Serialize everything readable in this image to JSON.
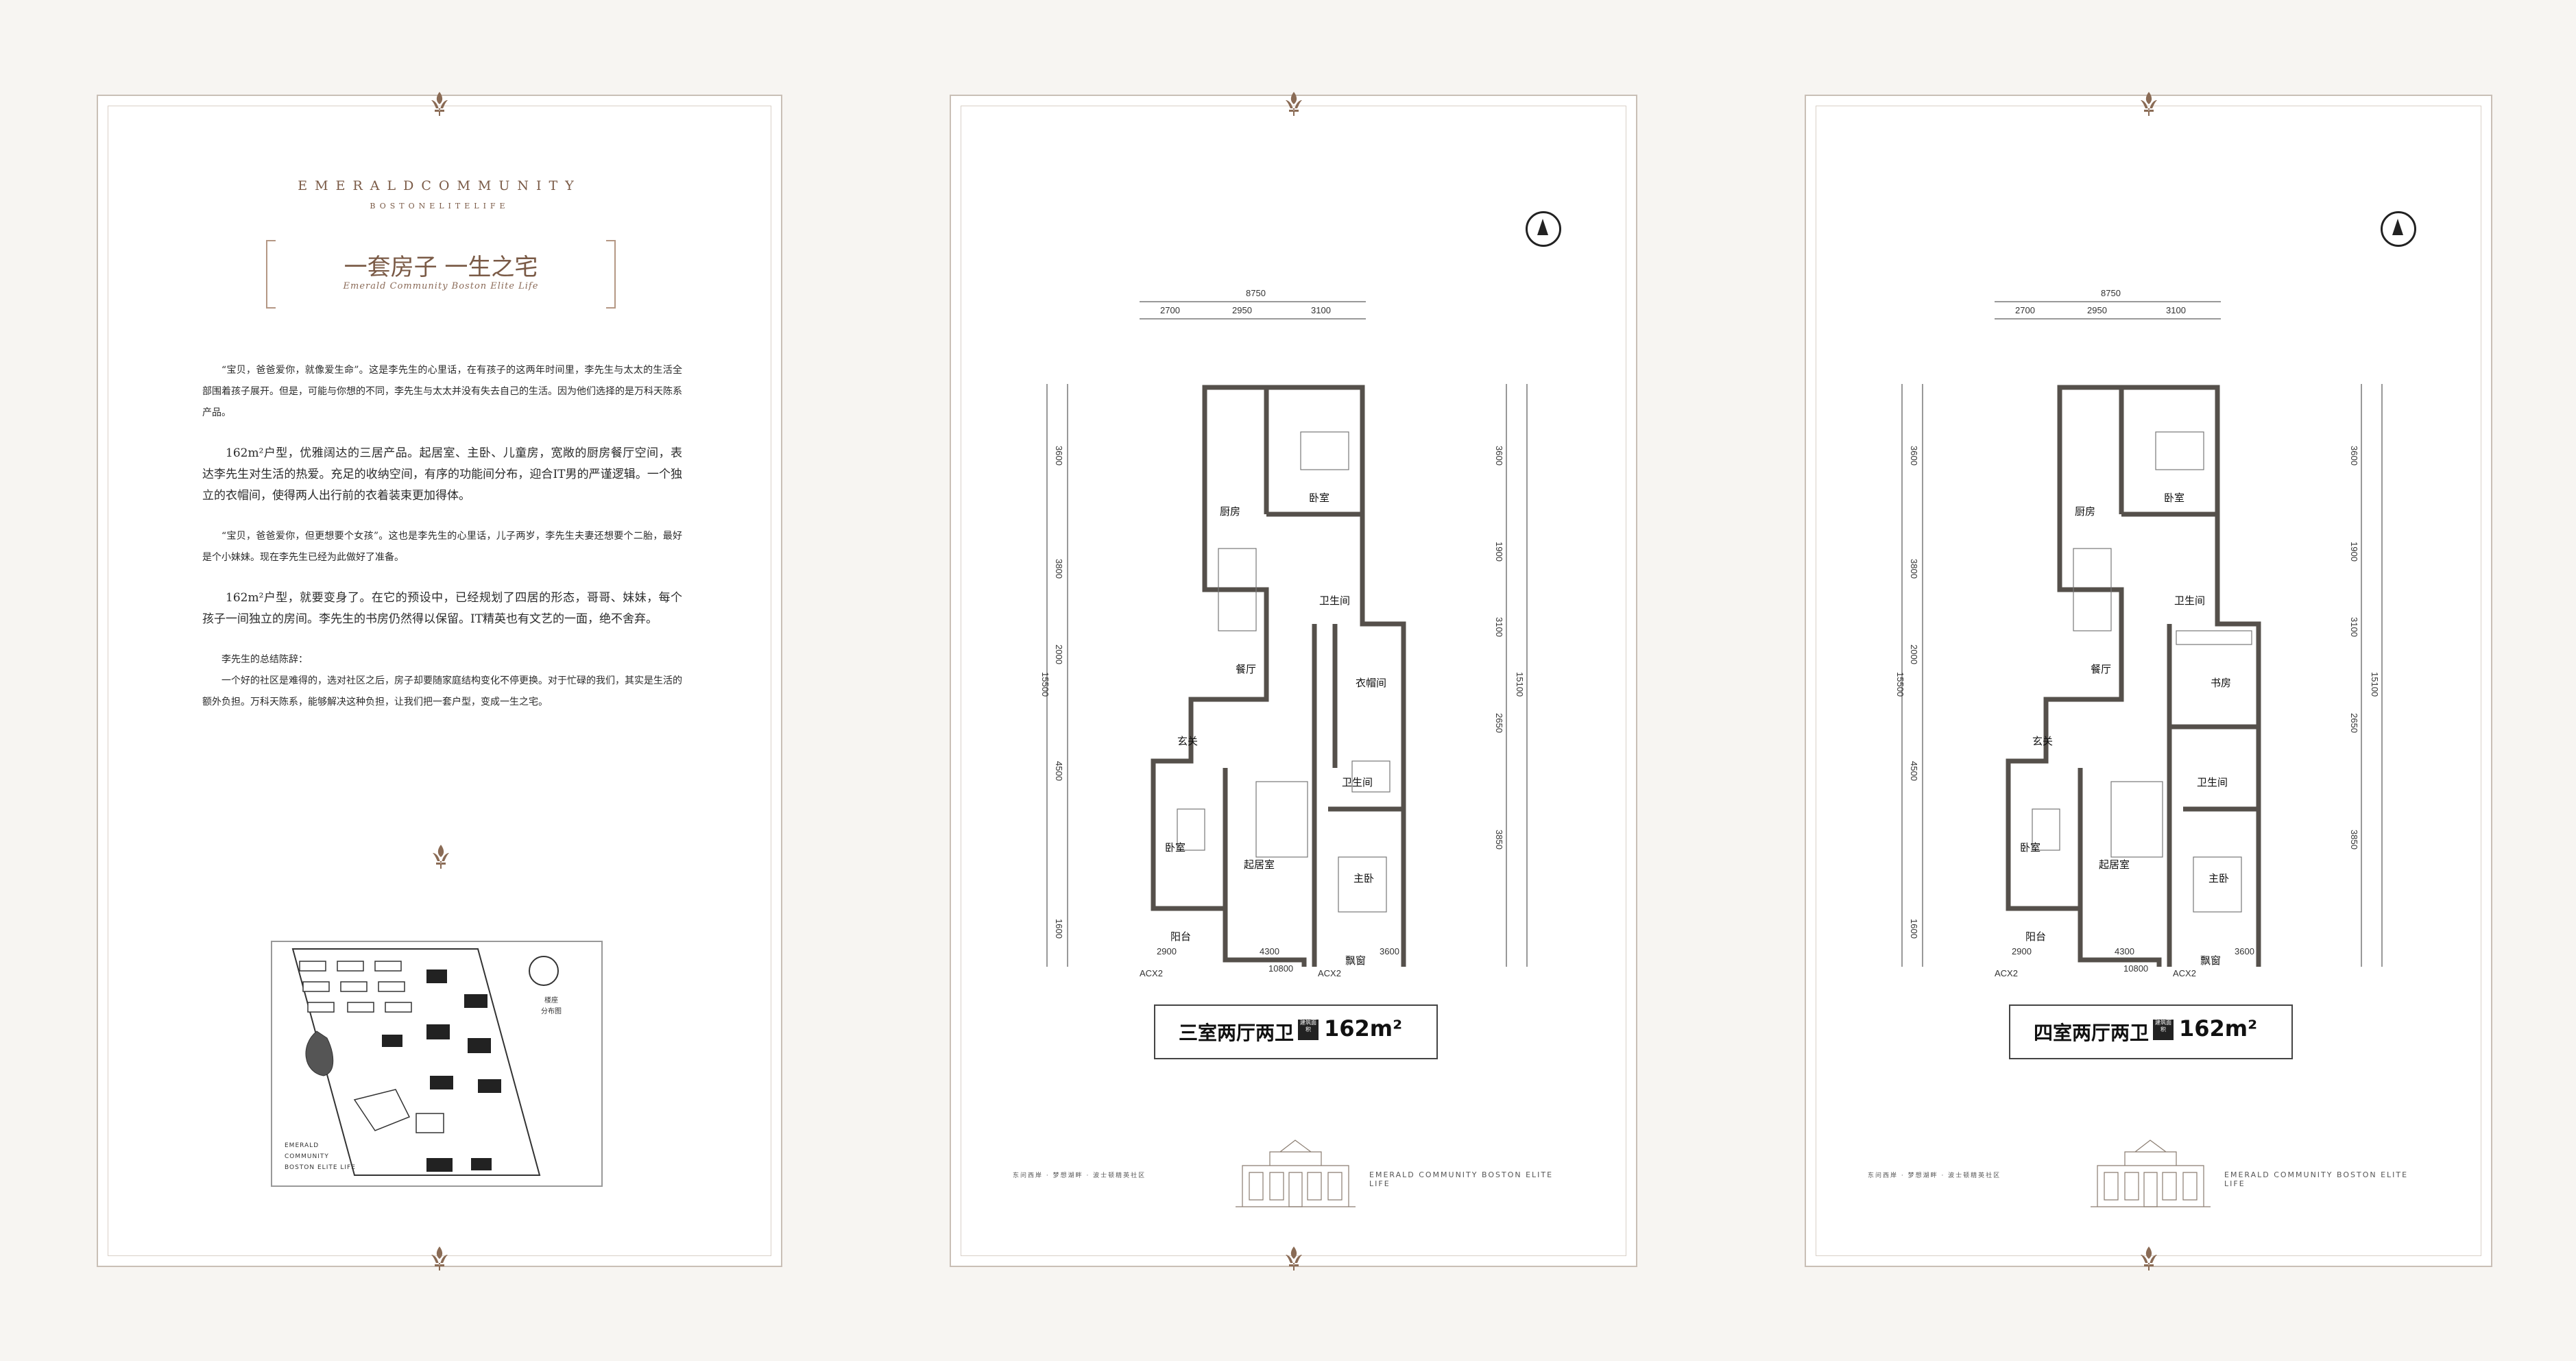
{
  "intro": {
    "brand_line1": "EMERALDCOMMUNITY",
    "brand_line2": "BOSTONELITELIFE",
    "title": "一套房子 一生之宅",
    "subtitle": "Emerald Community Boston Elite Life",
    "paragraphs": [
      "“宝贝，爸爸爱你，就像爱生命”。这是李先生的心里话，在有孩子的这两年时间里，李先生与太太的生活全部围着孩子展开。但是，可能与你想的不同，李先生与太太并没有失去自己的生活。因为他们选择的是万科天陈系产品。",
      "162m²户型，优雅阔达的三居产品。起居室、主卧、儿童房，宽敞的厨房餐厅空间，表达李先生对生活的热爱。充足的收纳空间，有序的功能间分布，迎合IT男的严谨逻辑。一个独立的衣帽间，使得两人出行前的衣着装束更加得体。",
      "“宝贝，爸爸爱你，但更想要个女孩”。这也是李先生的心里话，儿子两岁，李先生夫妻还想要个二胎，最好是个小妹妹。现在李先生已经为此做好了准备。",
      "162m²户型，就要变身了。在它的预设中，已经规划了四居的形态，哥哥、妹妹，每个孩子一间独立的房间。李先生的书房仍然得以保留。IT精英也有文艺的一面，绝不舍弃。"
    ],
    "summary_heading": "李先生的总结陈辞：",
    "summary": "一个好的社区是难得的，选对社区之后，房子却要随家庭结构变化不停更换。对于忙碌的我们，其实是生活的额外负担。万科天陈系，能够解决这种负担，让我们把一套户型，变成一生之宅。",
    "sitemap_caption": [
      "EMERALD",
      "COMMUNITY",
      "BOSTON ELITE LIFE"
    ],
    "sitemap_legend": [
      "楼座",
      "分布图"
    ]
  },
  "plans": [
    {
      "top_total": "8750",
      "top_segs": [
        "2700",
        "2950",
        "3100"
      ],
      "left_total": "15500",
      "left_segs": [
        "3600",
        "3800",
        "2000",
        "4500",
        "1600"
      ],
      "right_total": "15100",
      "right_segs": [
        "3600",
        "1900",
        "3100",
        "2650",
        "3850"
      ],
      "bottom_segs": [
        "2900",
        "4300",
        "3600"
      ],
      "bottom_total": "10800",
      "rooms": [
        "厨房",
        "卧室",
        "卫生间",
        "餐厅",
        "衣帽间",
        "玄关",
        "卫生间",
        "卧室",
        "起居室",
        "主卧",
        "阳台",
        "飘窗"
      ],
      "acx": [
        "ACX2",
        "ACX2"
      ],
      "name": "三室两厅两卫",
      "area_key": "建筑面积",
      "area": "162m²",
      "footer_left": "东问西岸 · 梦想湖畔 · 波士顿精英社区",
      "footer_right": "EMERALD COMMUNITY BOSTON ELITE LIFE"
    },
    {
      "top_total": "8750",
      "top_segs": [
        "2700",
        "2950",
        "3100"
      ],
      "left_total": "15500",
      "left_segs": [
        "3600",
        "3800",
        "2000",
        "4500",
        "1600"
      ],
      "right_total": "15100",
      "right_segs": [
        "3600",
        "1900",
        "3100",
        "2650",
        "3850"
      ],
      "bottom_segs": [
        "2900",
        "4300",
        "3600"
      ],
      "bottom_total": "10800",
      "rooms": [
        "厨房",
        "卧室",
        "卫生间",
        "餐厅",
        "书房",
        "玄关",
        "卫生间",
        "卧室",
        "起居室",
        "主卧",
        "阳台",
        "飘窗"
      ],
      "acx": [
        "ACX2",
        "ACX2"
      ],
      "name": "四室两厅两卫",
      "area_key": "建筑面积",
      "area": "162m²",
      "footer_left": "东问西岸 · 梦想湖畔 · 波士顿精英社区",
      "footer_right": "EMERALD COMMUNITY BOSTON ELITE LIFE"
    }
  ]
}
